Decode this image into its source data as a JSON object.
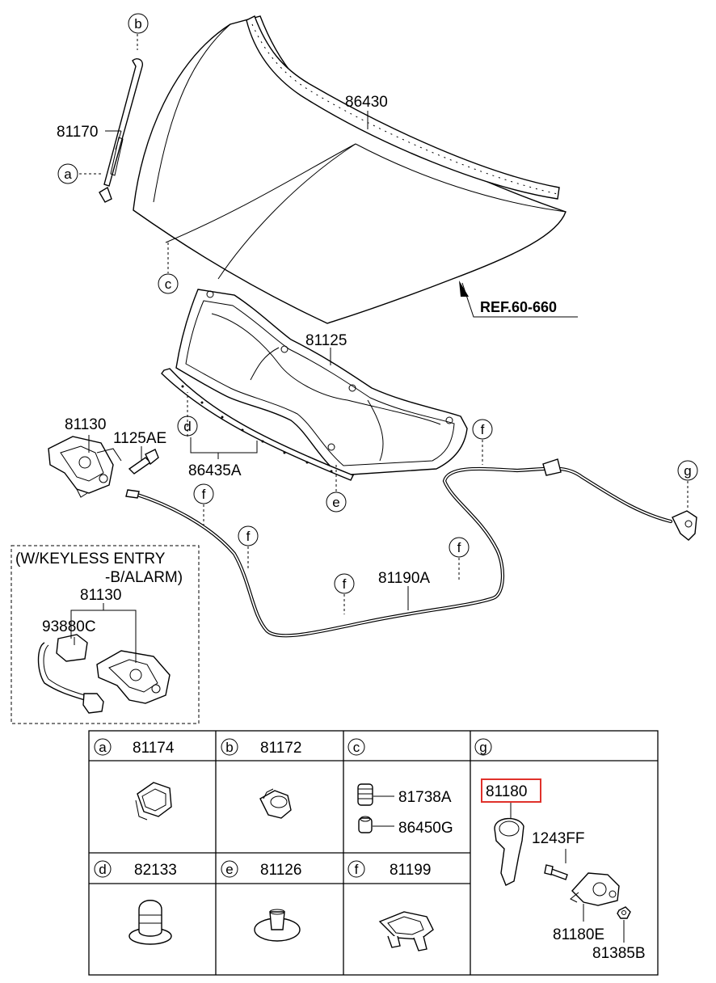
{
  "main_labels": {
    "p86430": "86430",
    "p81170": "81170",
    "p81125": "81125",
    "ref": "REF.60-660",
    "p81130": "81130",
    "p1125AE": "1125AE",
    "p86435A": "86435A",
    "p81190A": "81190A",
    "keyless_line1": "(W/KEYLESS ENTRY",
    "keyless_line2": "-B/ALARM)",
    "k81130": "81130",
    "k93880C": "93880C"
  },
  "callouts": {
    "a": "a",
    "b": "b",
    "c": "c",
    "d": "d",
    "e": "e",
    "f": "f",
    "g": "g"
  },
  "table": {
    "a": {
      "letter": "a",
      "part": "81174"
    },
    "b": {
      "letter": "b",
      "part": "81172"
    },
    "c": {
      "letter": "c",
      "part1": "81738A",
      "part2": "86450G"
    },
    "d": {
      "letter": "d",
      "part": "82133"
    },
    "e": {
      "letter": "e",
      "part": "81126"
    },
    "f": {
      "letter": "f",
      "part": "81199"
    },
    "g": {
      "letter": "g",
      "highlight": "81180",
      "p1": "1243FF",
      "p2": "81180E",
      "p3": "81385B"
    }
  },
  "colors": {
    "highlight_box": "#e0312b",
    "ink": "#000000"
  }
}
